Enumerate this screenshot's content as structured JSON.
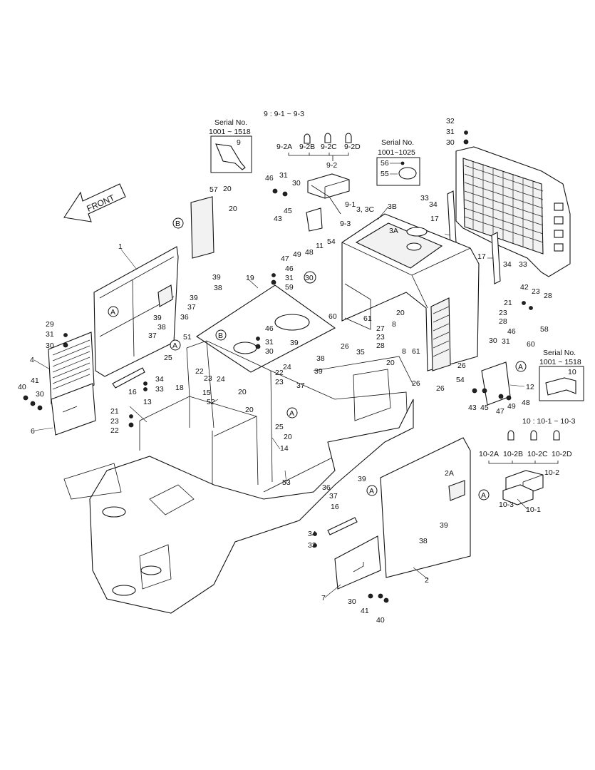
{
  "diagram": {
    "group_note_9": "9 : 9-1 ~ 9-3",
    "group_note_10": "10 : 10-1 ~ 10-3",
    "front_arrow_label": "FRONT",
    "serial_boxes": [
      {
        "title": "Serial No.",
        "range": "1001 ~ 1518",
        "part": "9"
      },
      {
        "title": "Serial No.",
        "range": "1001~1025",
        "parts": [
          "56",
          "55"
        ]
      },
      {
        "title": "Serial No.",
        "range": "1001 ~ 1518",
        "part": "10"
      }
    ],
    "circled_refs": [
      "A",
      "B",
      "30"
    ],
    "part_labels": [
      "1",
      "2",
      "2A",
      "3, 3C",
      "3A",
      "3B",
      "4",
      "6",
      "7",
      "8",
      "9-1",
      "9-2",
      "9-2A",
      "9-2B",
      "9-2C",
      "9-2D",
      "9-3",
      "10-1",
      "10-2",
      "10-2A",
      "10-2B",
      "10-2C",
      "10-2D",
      "10-3",
      "11",
      "12",
      "13",
      "14",
      "15",
      "16",
      "17",
      "18",
      "19",
      "20",
      "21",
      "22",
      "23",
      "24",
      "25",
      "26",
      "27",
      "28",
      "29",
      "30",
      "31",
      "32",
      "33",
      "34",
      "35",
      "36",
      "37",
      "38",
      "39",
      "40",
      "41",
      "42",
      "43",
      "45",
      "46",
      "47",
      "48",
      "49",
      "51",
      "52",
      "53",
      "54",
      "55",
      "56",
      "57",
      "58",
      "59",
      "60",
      "61"
    ]
  }
}
